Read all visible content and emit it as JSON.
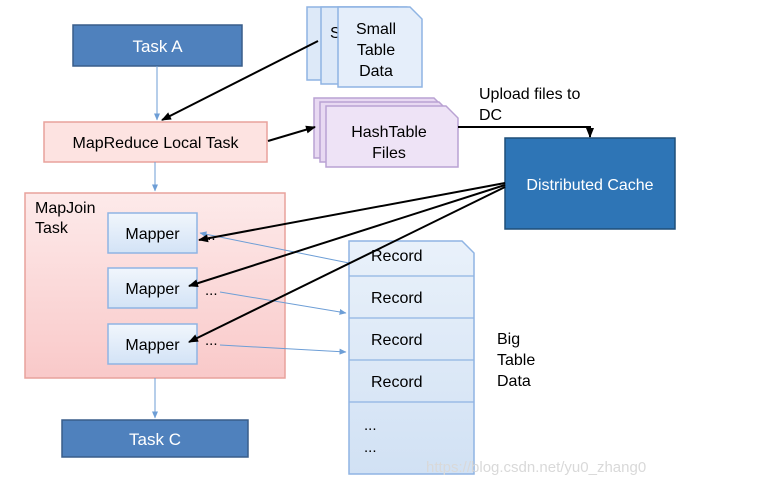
{
  "nodes": {
    "task_a": "Task A",
    "task_c": "Task C",
    "small_table_data": [
      "Small",
      "Table",
      "Data"
    ],
    "small_table_partial": "S",
    "mapreduce_local_task": "MapReduce Local Task",
    "hashtable_files": [
      "HashTable",
      "Files"
    ],
    "distributed_cache": "Distributed Cache",
    "mapjoin_task": [
      "MapJoin",
      "Task"
    ],
    "mappers": [
      "Mapper",
      "Mapper",
      "Mapper"
    ],
    "mapper_ellipsis": "...",
    "records": [
      "Record",
      "Record",
      "Record",
      "Record",
      "...",
      "..."
    ],
    "big_table_data": [
      "Big",
      "Table",
      "Data"
    ]
  },
  "edges": {
    "upload_label": [
      "Upload files to",
      "DC"
    ]
  },
  "watermark": "https://blog.csdn.net/yu0_zhang0",
  "colors": {
    "task_fill": "#4f81bd",
    "task_stroke": "#385d8a",
    "cache_fill": "#2e75b6",
    "local_task_fill": "#fde3e1",
    "local_task_stroke": "#e8a29c",
    "hashtable_fill": "#e8d9f2",
    "hashtable_stroke": "#b9a2d3",
    "small_table_fill": "#dde9f8",
    "small_table_stroke": "#8fb4e3",
    "mapjoin_fill": "#fcdede",
    "record_fill": "#dce8f6",
    "arrow_thin": "#6d9ed6"
  }
}
